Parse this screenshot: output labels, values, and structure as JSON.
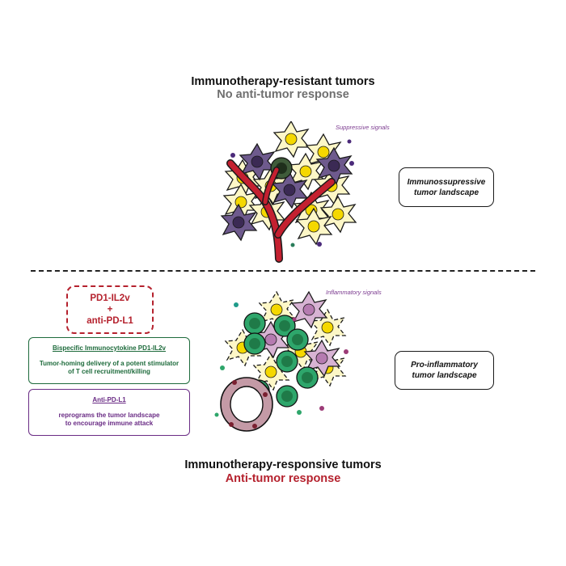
{
  "top": {
    "title": "Immunotherapy-resistant tumors",
    "subtitle": "No anti-tumor response",
    "signals_label": "Suppressive signals",
    "landscape_line1": "Immunossupressive",
    "landscape_line2": "tumor landscape"
  },
  "bottom": {
    "signals_label": "Inflammatory signals",
    "landscape_line1": "Pro-inflammatory",
    "landscape_line2": "tumor landscape",
    "title": "Immunotherapy-responsive tumors",
    "subtitle": "Anti-tumor response"
  },
  "combo": {
    "line1": "PD1-IL2v",
    "line2": "+",
    "line3": "anti-PD-L1"
  },
  "bispecific": {
    "title": "Bispecific Immunocytokine PD1-IL2v",
    "desc_line1": "Tumor-homing delivery of a potent stimulator",
    "desc_line2": "of T cell recruitment/killing"
  },
  "antipdl1": {
    "title": "Anti-PD-L1",
    "desc_line1": "reprograms the tumor landscape",
    "desc_line2": "to encourage immune attack"
  },
  "colors": {
    "red": "#b5222e",
    "green": "#1e6b3c",
    "purple": "#6a2c85",
    "gray": "#6f6f6f"
  }
}
